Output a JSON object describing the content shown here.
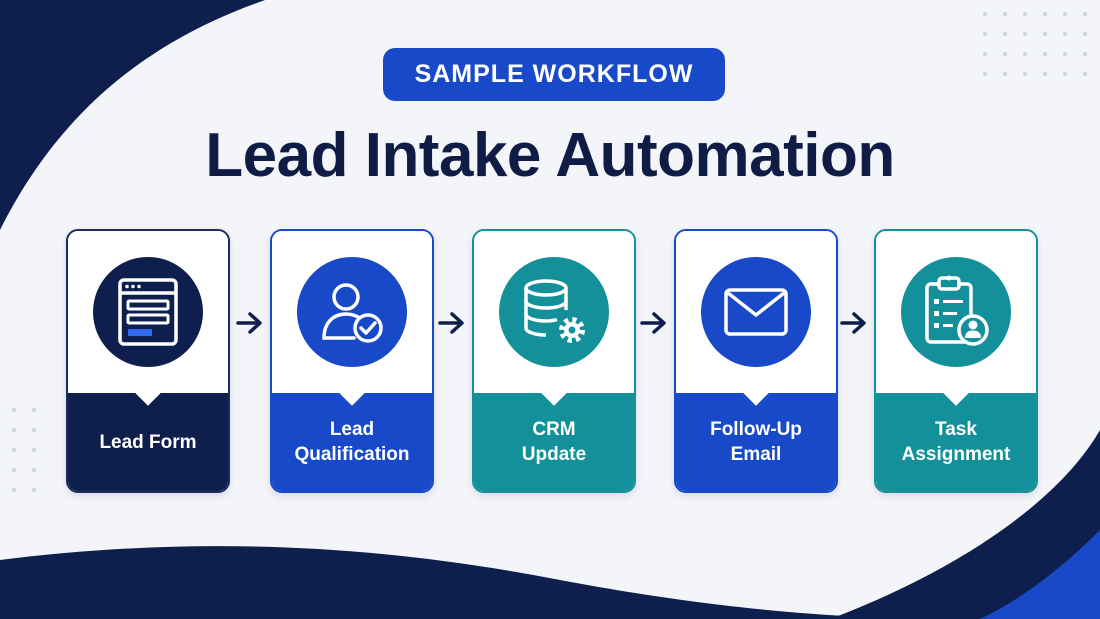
{
  "badge": {
    "text": "SAMPLE WORKFLOW"
  },
  "title": "Lead Intake Automation",
  "colors": {
    "navy": "#0e1f4d",
    "blue": "#1749c9",
    "teal": "#13909a",
    "title_text": "#0f1c46",
    "background": "#f3f5f9"
  },
  "steps": [
    {
      "lines": [
        "Lead Form"
      ],
      "icon": "web-form-icon",
      "color": "#0e1f4d"
    },
    {
      "lines": [
        "Lead",
        "Qualification"
      ],
      "icon": "user-check-icon",
      "color": "#1749c9"
    },
    {
      "lines": [
        "CRM",
        "Update"
      ],
      "icon": "database-gear-icon",
      "color": "#13909a"
    },
    {
      "lines": [
        "Follow-Up",
        "Email"
      ],
      "icon": "envelope-icon",
      "color": "#1749c9"
    },
    {
      "lines": [
        "Task",
        "Assignment"
      ],
      "icon": "clipboard-user-icon",
      "color": "#13909a"
    }
  ],
  "connectors": [
    "arrow-right-icon",
    "arrow-right-icon",
    "arrow-right-icon",
    "arrow-right-icon"
  ]
}
